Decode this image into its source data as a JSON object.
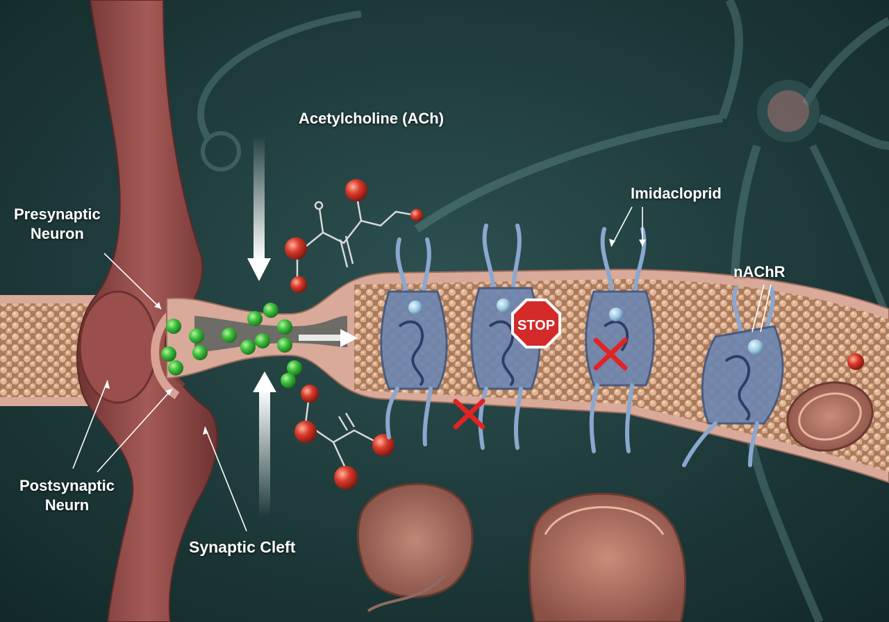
{
  "labels": {
    "acetylcholine": "Acetylcholine (ACh)",
    "presynaptic": [
      "Presynaptic",
      "Neuron"
    ],
    "postsynaptic": [
      "Postsynaptic",
      "Neurn"
    ],
    "synaptic_cleft": "Synaptic Cleft",
    "imidacloprid": "Imidacloprid",
    "nachr": "nAChR",
    "stop_sign": "STOP"
  },
  "colors": {
    "background": "#1c3737",
    "neuron_tissue": "#8c4a48",
    "membrane": "#d9a99a",
    "vesicle": "#d8a884",
    "ach_molecule": "#3ec23e",
    "imidacloprid_molecule": "#d83a2a",
    "receptor": "#6e86b0",
    "block_mark": "#e02424",
    "stop_sign": "#d42a2a"
  },
  "icons": {
    "stop": "stop-sign-icon",
    "block": "red-x-icon",
    "arrow": "white-arrow-icon"
  }
}
